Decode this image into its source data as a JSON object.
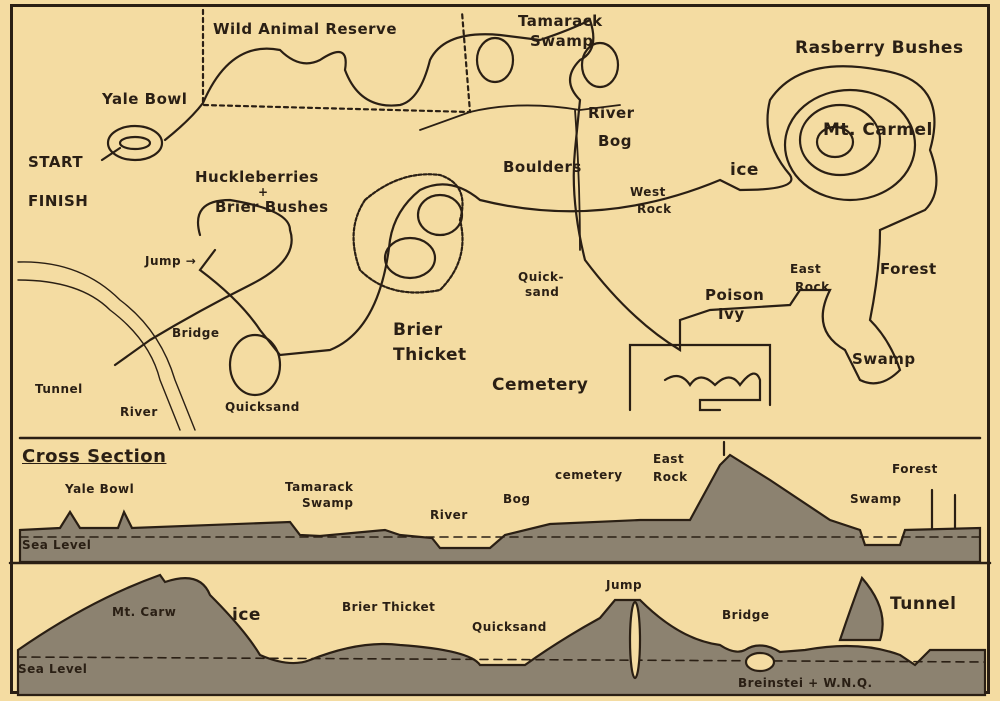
{
  "map": {
    "wild_animal_reserve": "Wild Animal Reserve",
    "tamarack_swamp": [
      "Tamarack",
      "Swamp"
    ],
    "rasberry_bushes": "Rasberry Bushes",
    "yale_bowl": "Yale Bowl",
    "mt_carmel": "Mt. Carmel",
    "river_top": "River",
    "bog": "Bog",
    "start": "START",
    "finish": "FINISH",
    "huckleberries": [
      "Huckleberries",
      "+",
      "Brier Bushes"
    ],
    "boulders": "Boulders",
    "ice": "ice",
    "west_rock": [
      "West",
      "Rock"
    ],
    "jump": "Jump →",
    "forest": "Forest",
    "quick_sand": [
      "Quick-",
      "sand"
    ],
    "east_rock": [
      "East",
      "Rock"
    ],
    "poison_ivy": [
      "Poison",
      "Ivy"
    ],
    "bridge": "Bridge",
    "brier_thicket": [
      "Brier",
      "Thicket"
    ],
    "swamp": "Swamp",
    "tunnel": "Tunnel",
    "cemetery": "Cemetery",
    "river_bottom": "River",
    "quicksand": "Quicksand"
  },
  "cross_section": {
    "title": "Cross Section",
    "top": {
      "yale_bowl": "Yale Bowl",
      "tamarack_swamp": [
        "Tamarack",
        "Swamp"
      ],
      "river": "River",
      "bog": "Bog",
      "cemetery": "cemetery",
      "east_rock": [
        "East",
        "Rock"
      ],
      "swamp": "Swamp",
      "forest": "Forest",
      "sea_level": "Sea Level"
    },
    "bottom": {
      "mt_carm": "Mt. Carw",
      "ice": "ice",
      "brier_thicket": "Brier Thicket",
      "quicksand": "Quicksand",
      "jump": "Jump",
      "bridge": "Bridge",
      "tunnel": "Tunnel",
      "sea_level": "Sea Level",
      "signature": "Breinstei + W.N.Q."
    }
  }
}
